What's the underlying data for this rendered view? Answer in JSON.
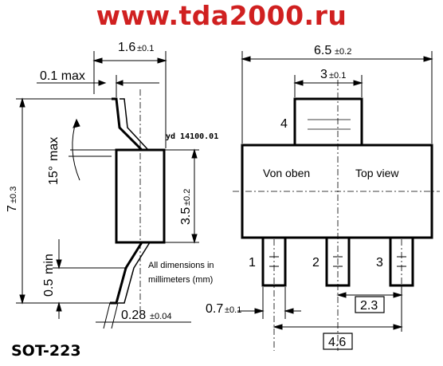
{
  "banner": {
    "url": "www.tda2000.ru"
  },
  "package_name": "SOT-223",
  "doc_code": "yd 14100.01",
  "note": {
    "line1": "All dimensions in",
    "line2": "millimeters (mm)"
  },
  "view": {
    "german": "Von oben",
    "english": "Top view"
  },
  "pins": [
    "1",
    "2",
    "3",
    "4"
  ],
  "dims": {
    "lead_span": {
      "val": "1.6",
      "tol": "±0.1"
    },
    "lead_thickness_max": "0.1 max",
    "angle": {
      "val": "15°",
      "suffix": "max"
    },
    "height": {
      "val": "7",
      "tol": "±0.3"
    },
    "body": {
      "val": "3.5",
      "tol": "±0.2"
    },
    "standoff_min": {
      "val": "0.5",
      "suffix": "min"
    },
    "lead_t": {
      "val": "0.28",
      "tol": "±0.04"
    },
    "width": {
      "val": "6.5",
      "tol": "±0.2"
    },
    "tab": {
      "val": "3",
      "tol": "±0.1"
    },
    "lead_w": {
      "val": "0.7",
      "tol": "±0.1"
    },
    "pitch": "2.3",
    "pitch2": "4.6"
  },
  "colors": {
    "banner_text": "#d02020",
    "lines": "#000000"
  }
}
